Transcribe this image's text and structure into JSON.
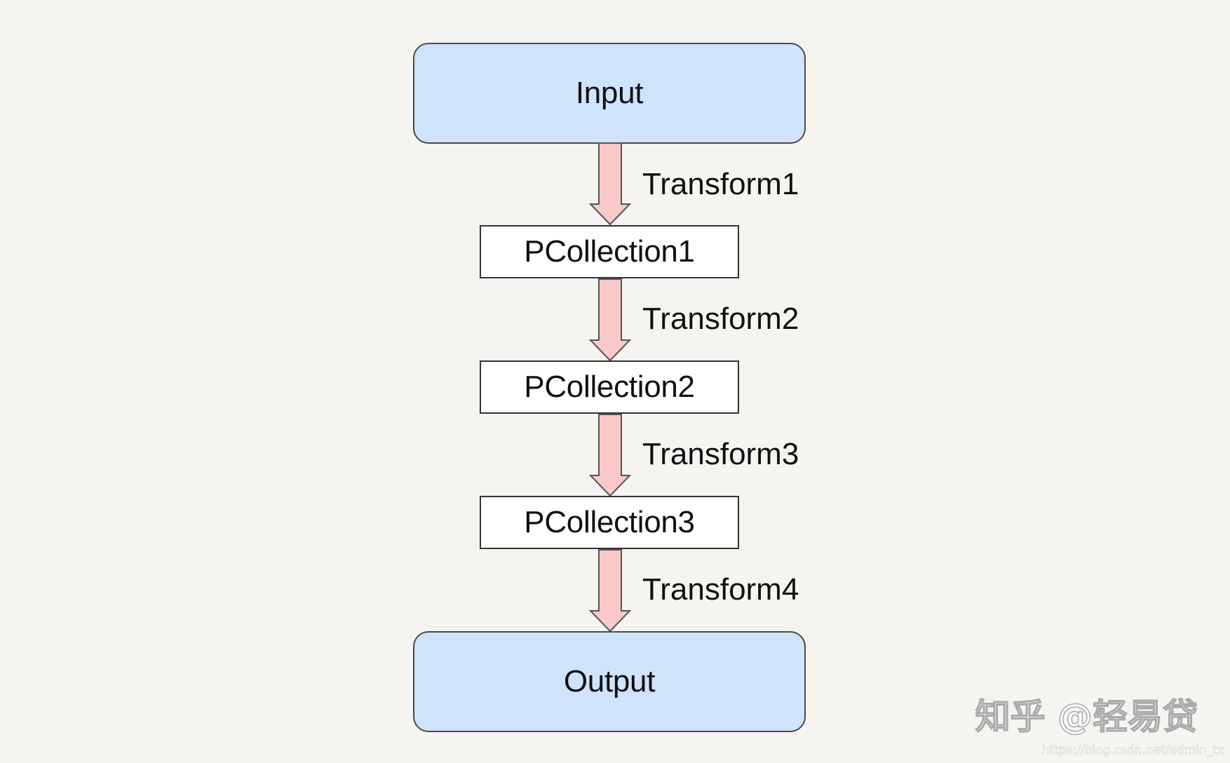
{
  "diagram": {
    "input_label": "Input",
    "output_label": "Output",
    "collections": [
      "PCollection1",
      "PCollection2",
      "PCollection3"
    ],
    "transforms": [
      "Transform1",
      "Transform2",
      "Transform3",
      "Transform4"
    ]
  },
  "colors": {
    "terminal_fill": "#cfe3fd",
    "collection_fill": "#ffffff",
    "arrow_fill": "#f9c9c9",
    "background": "#f5f4f1"
  },
  "watermark": {
    "text": "知乎 @轻易贷",
    "url": "https://blog.csdn.net/admin_tx"
  }
}
